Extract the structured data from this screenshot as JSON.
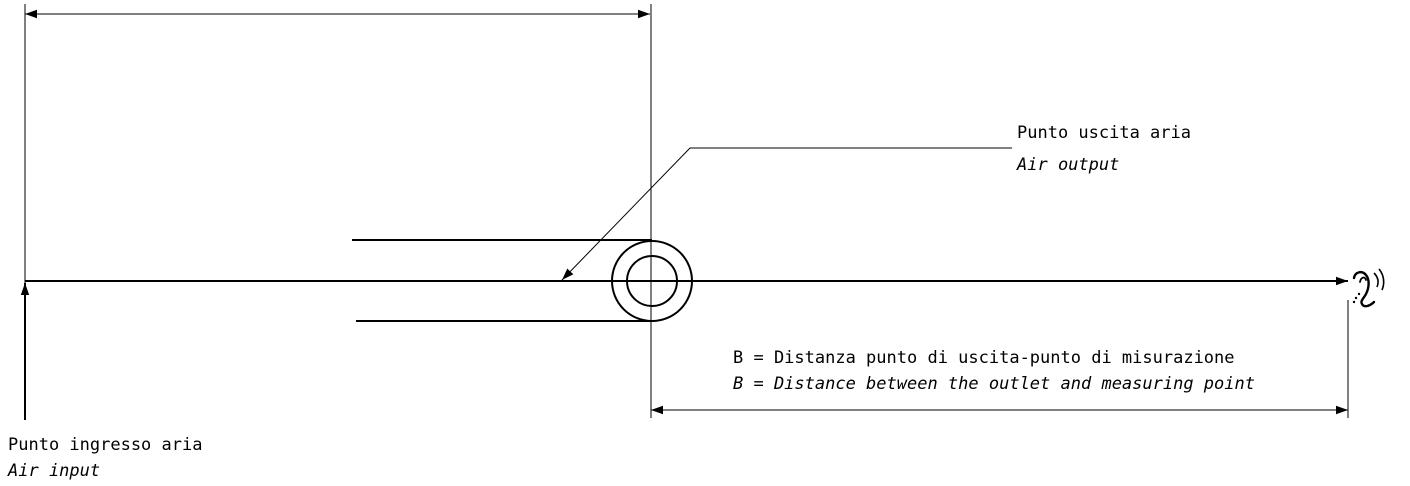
{
  "labels": {
    "air_output_it": "Punto uscita aria",
    "air_output_en": "Air output",
    "distance_it": "B = Distanza punto di uscita-punto di misurazione",
    "distance_en": "B = Distance between the outlet and measuring point",
    "air_input_it": "Punto ingresso aria",
    "air_input_en": "Air input"
  },
  "icons": {
    "measuring_point": "ear-icon"
  }
}
